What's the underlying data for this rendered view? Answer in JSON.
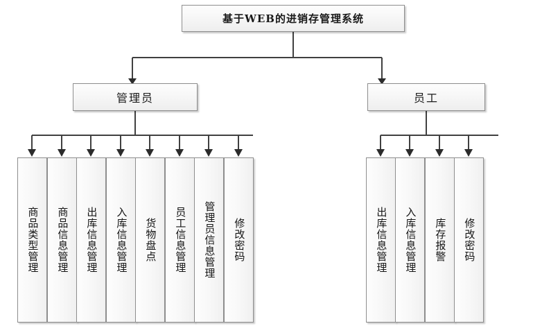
{
  "diagram": {
    "title_node": {
      "label": "基于WEB的进销存管理系统"
    },
    "roles": [
      {
        "id": "admin",
        "label": "管理员"
      },
      {
        "id": "staff",
        "label": "员工"
      }
    ],
    "admin_functions": [
      {
        "label": "商品类型管理"
      },
      {
        "label": "商品信息管理"
      },
      {
        "label": "出库信息管理"
      },
      {
        "label": "入库信息管理"
      },
      {
        "label": "货物盘点"
      },
      {
        "label": "员工信息管理"
      },
      {
        "label": "管理员信息管理"
      },
      {
        "label": "修改密码"
      }
    ],
    "staff_functions": [
      {
        "label": "出库信息管理"
      },
      {
        "label": "入库信息管理"
      },
      {
        "label": "库存报警"
      },
      {
        "label": "修改密码"
      }
    ],
    "colors": {
      "box_border": "#8d8d8d",
      "box_fill_top": "#fdfdfd",
      "box_fill_bottom": "#eeeeee",
      "connector": "#404040",
      "text": "#141414",
      "background": "#ffffff"
    }
  }
}
